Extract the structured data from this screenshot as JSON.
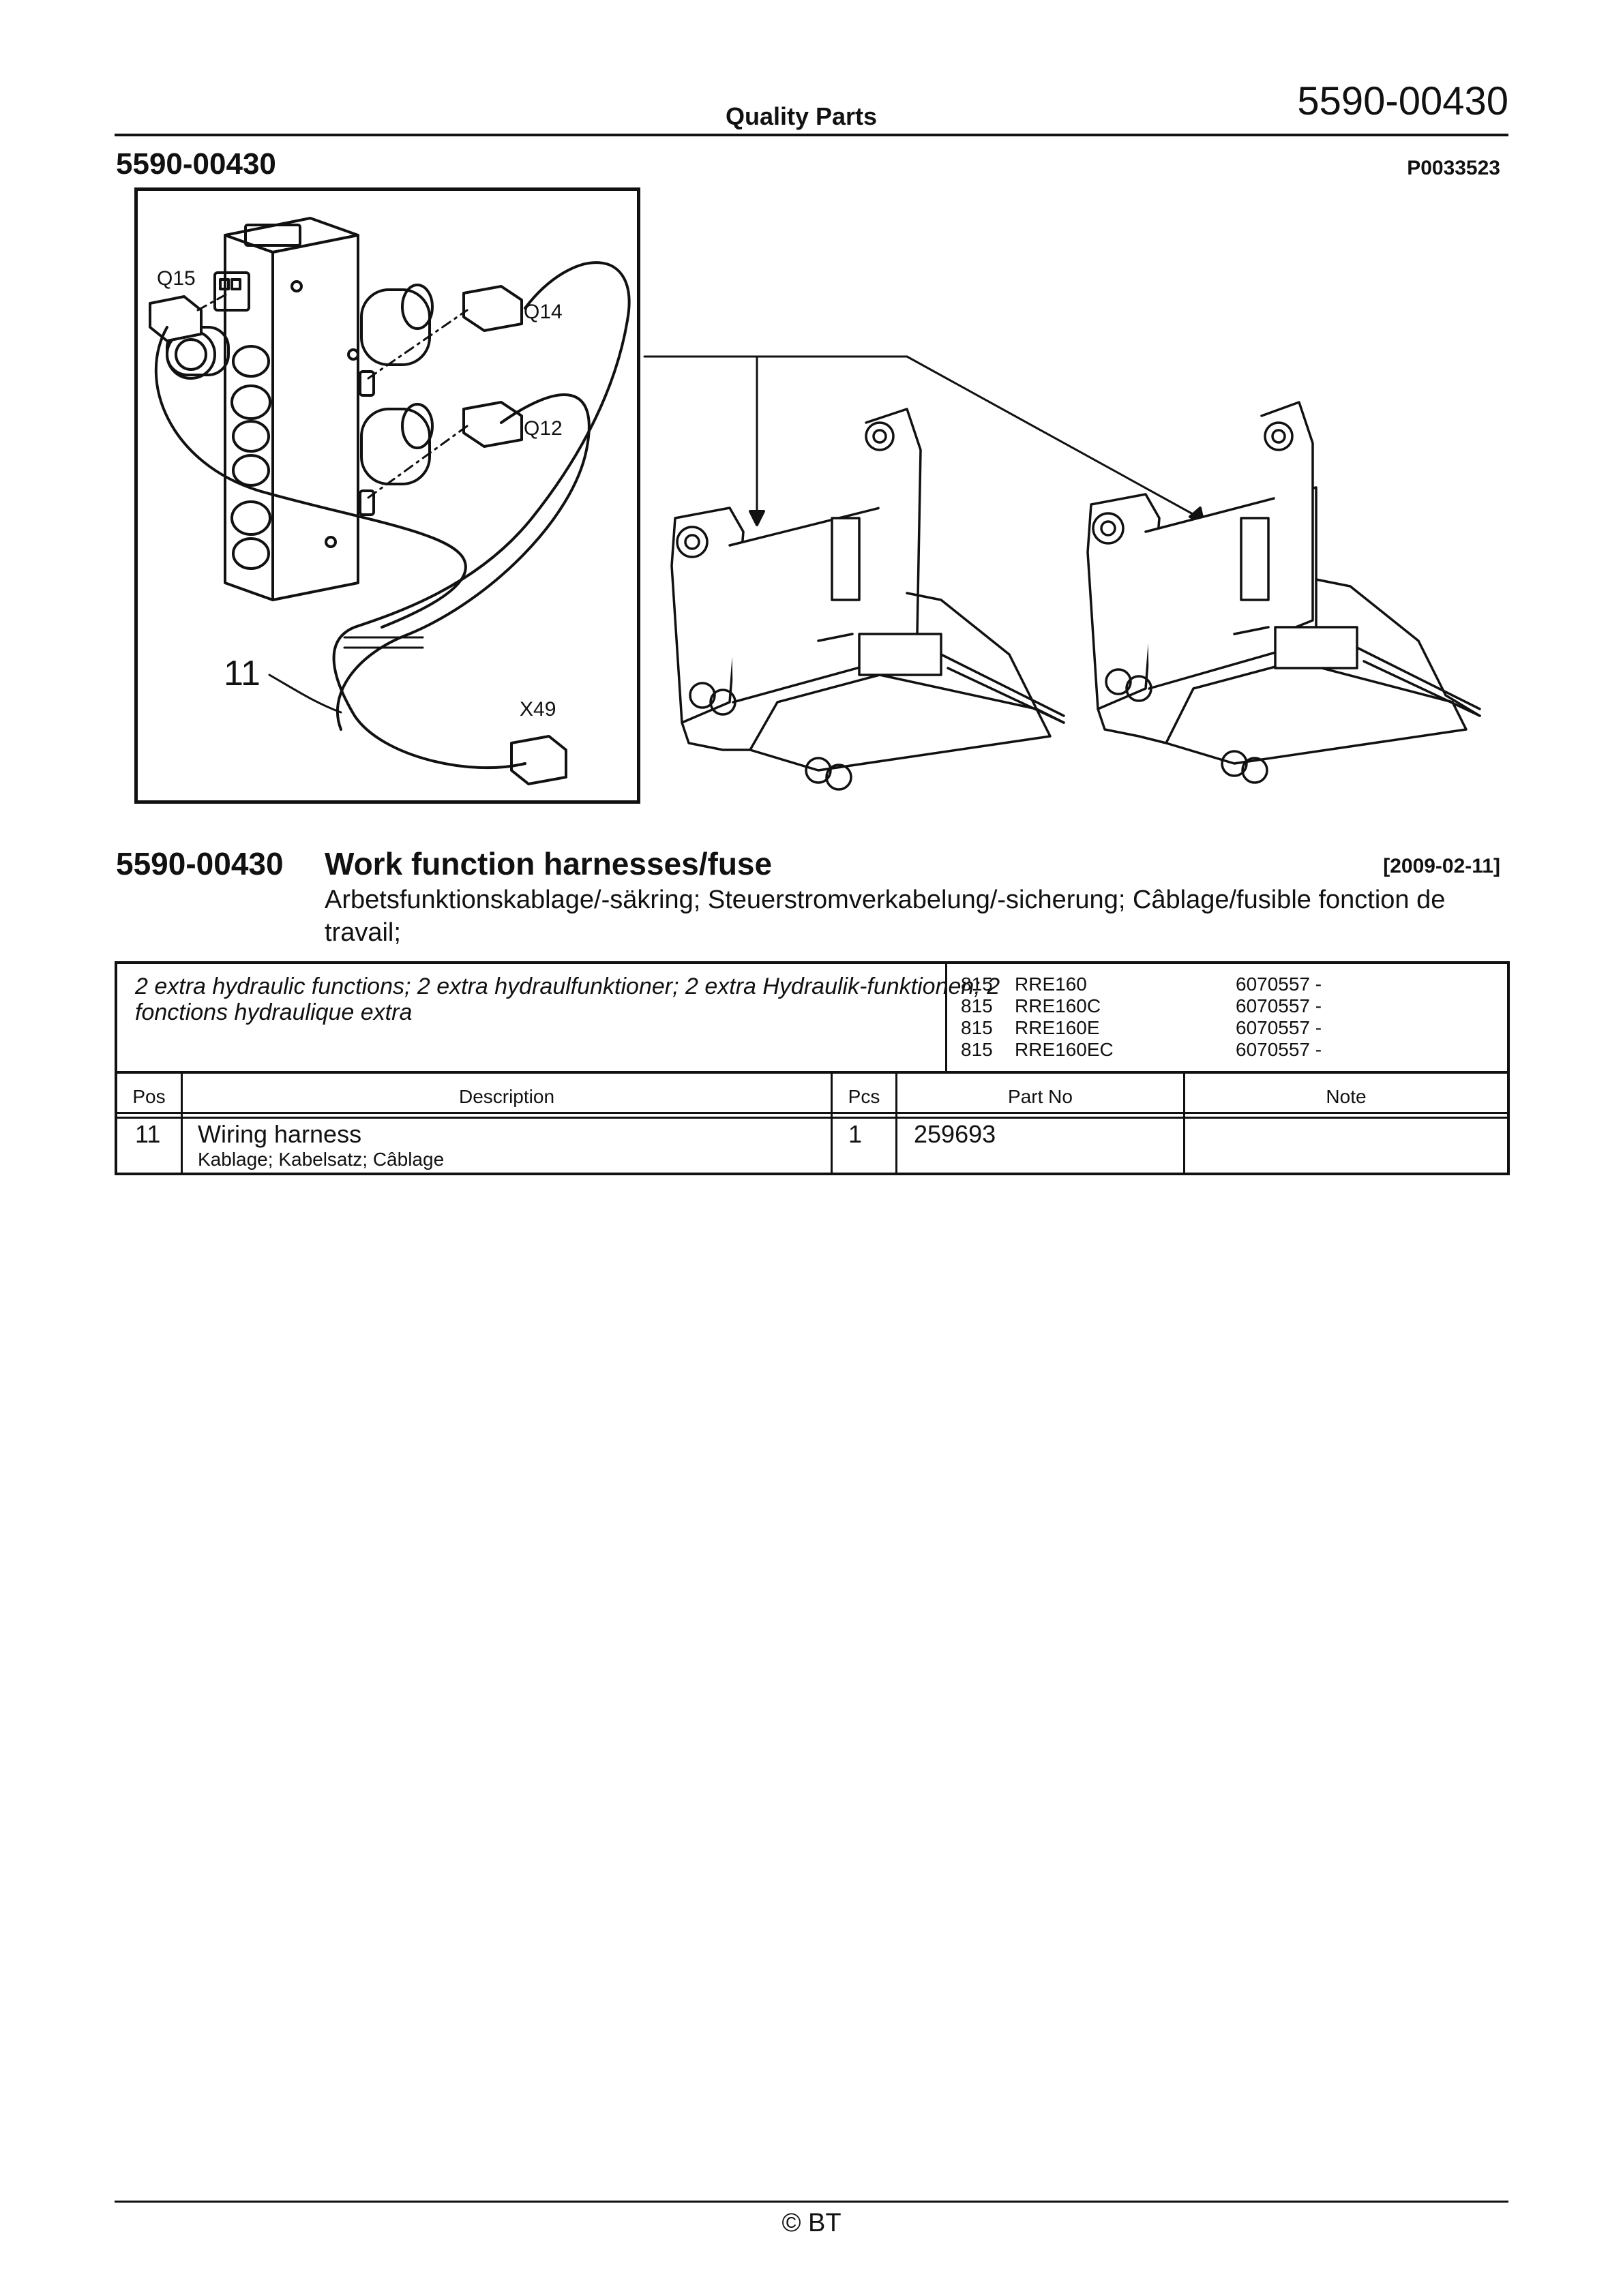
{
  "header": {
    "title": "Quality Parts",
    "document_number": "5590-00430"
  },
  "part_number": "5590-00430",
  "figure_reference": "P0033523",
  "illustration": {
    "callouts": [
      "Q15",
      "Q14",
      "Q12",
      "11",
      "X49"
    ]
  },
  "section": {
    "part_number": "5590-00430",
    "title": "Work function harnesses/fuse",
    "date": "[2009-02-11]",
    "translations": "Arbetsfunktionskablage/-säkring; Steuerstromverkabelung/-sicherung; Câblage/fusible fonction de travail;"
  },
  "applicability": {
    "note": "2 extra hydraulic functions; 2 extra hydraulfunktioner; 2 extra Hydraulik-funktionen; 2 fonctions hydraulique extra",
    "models": [
      {
        "code": "815",
        "model": "RRE160",
        "serial": "6070557 -"
      },
      {
        "code": "815",
        "model": "RRE160C",
        "serial": "6070557 -"
      },
      {
        "code": "815",
        "model": "RRE160E",
        "serial": "6070557 -"
      },
      {
        "code": "815",
        "model": "RRE160EC",
        "serial": "6070557 -"
      }
    ]
  },
  "parts_table": {
    "headers": {
      "pos": "Pos",
      "description": "Description",
      "pcs": "Pcs",
      "part_no": "Part No",
      "note": "Note"
    },
    "rows": [
      {
        "pos": "11",
        "description": "Wiring harness",
        "translations": "Kablage; Kabelsatz; Câblage",
        "pcs": "1",
        "part_no": "259693",
        "note": ""
      }
    ]
  },
  "footer": {
    "copyright": "© BT"
  }
}
